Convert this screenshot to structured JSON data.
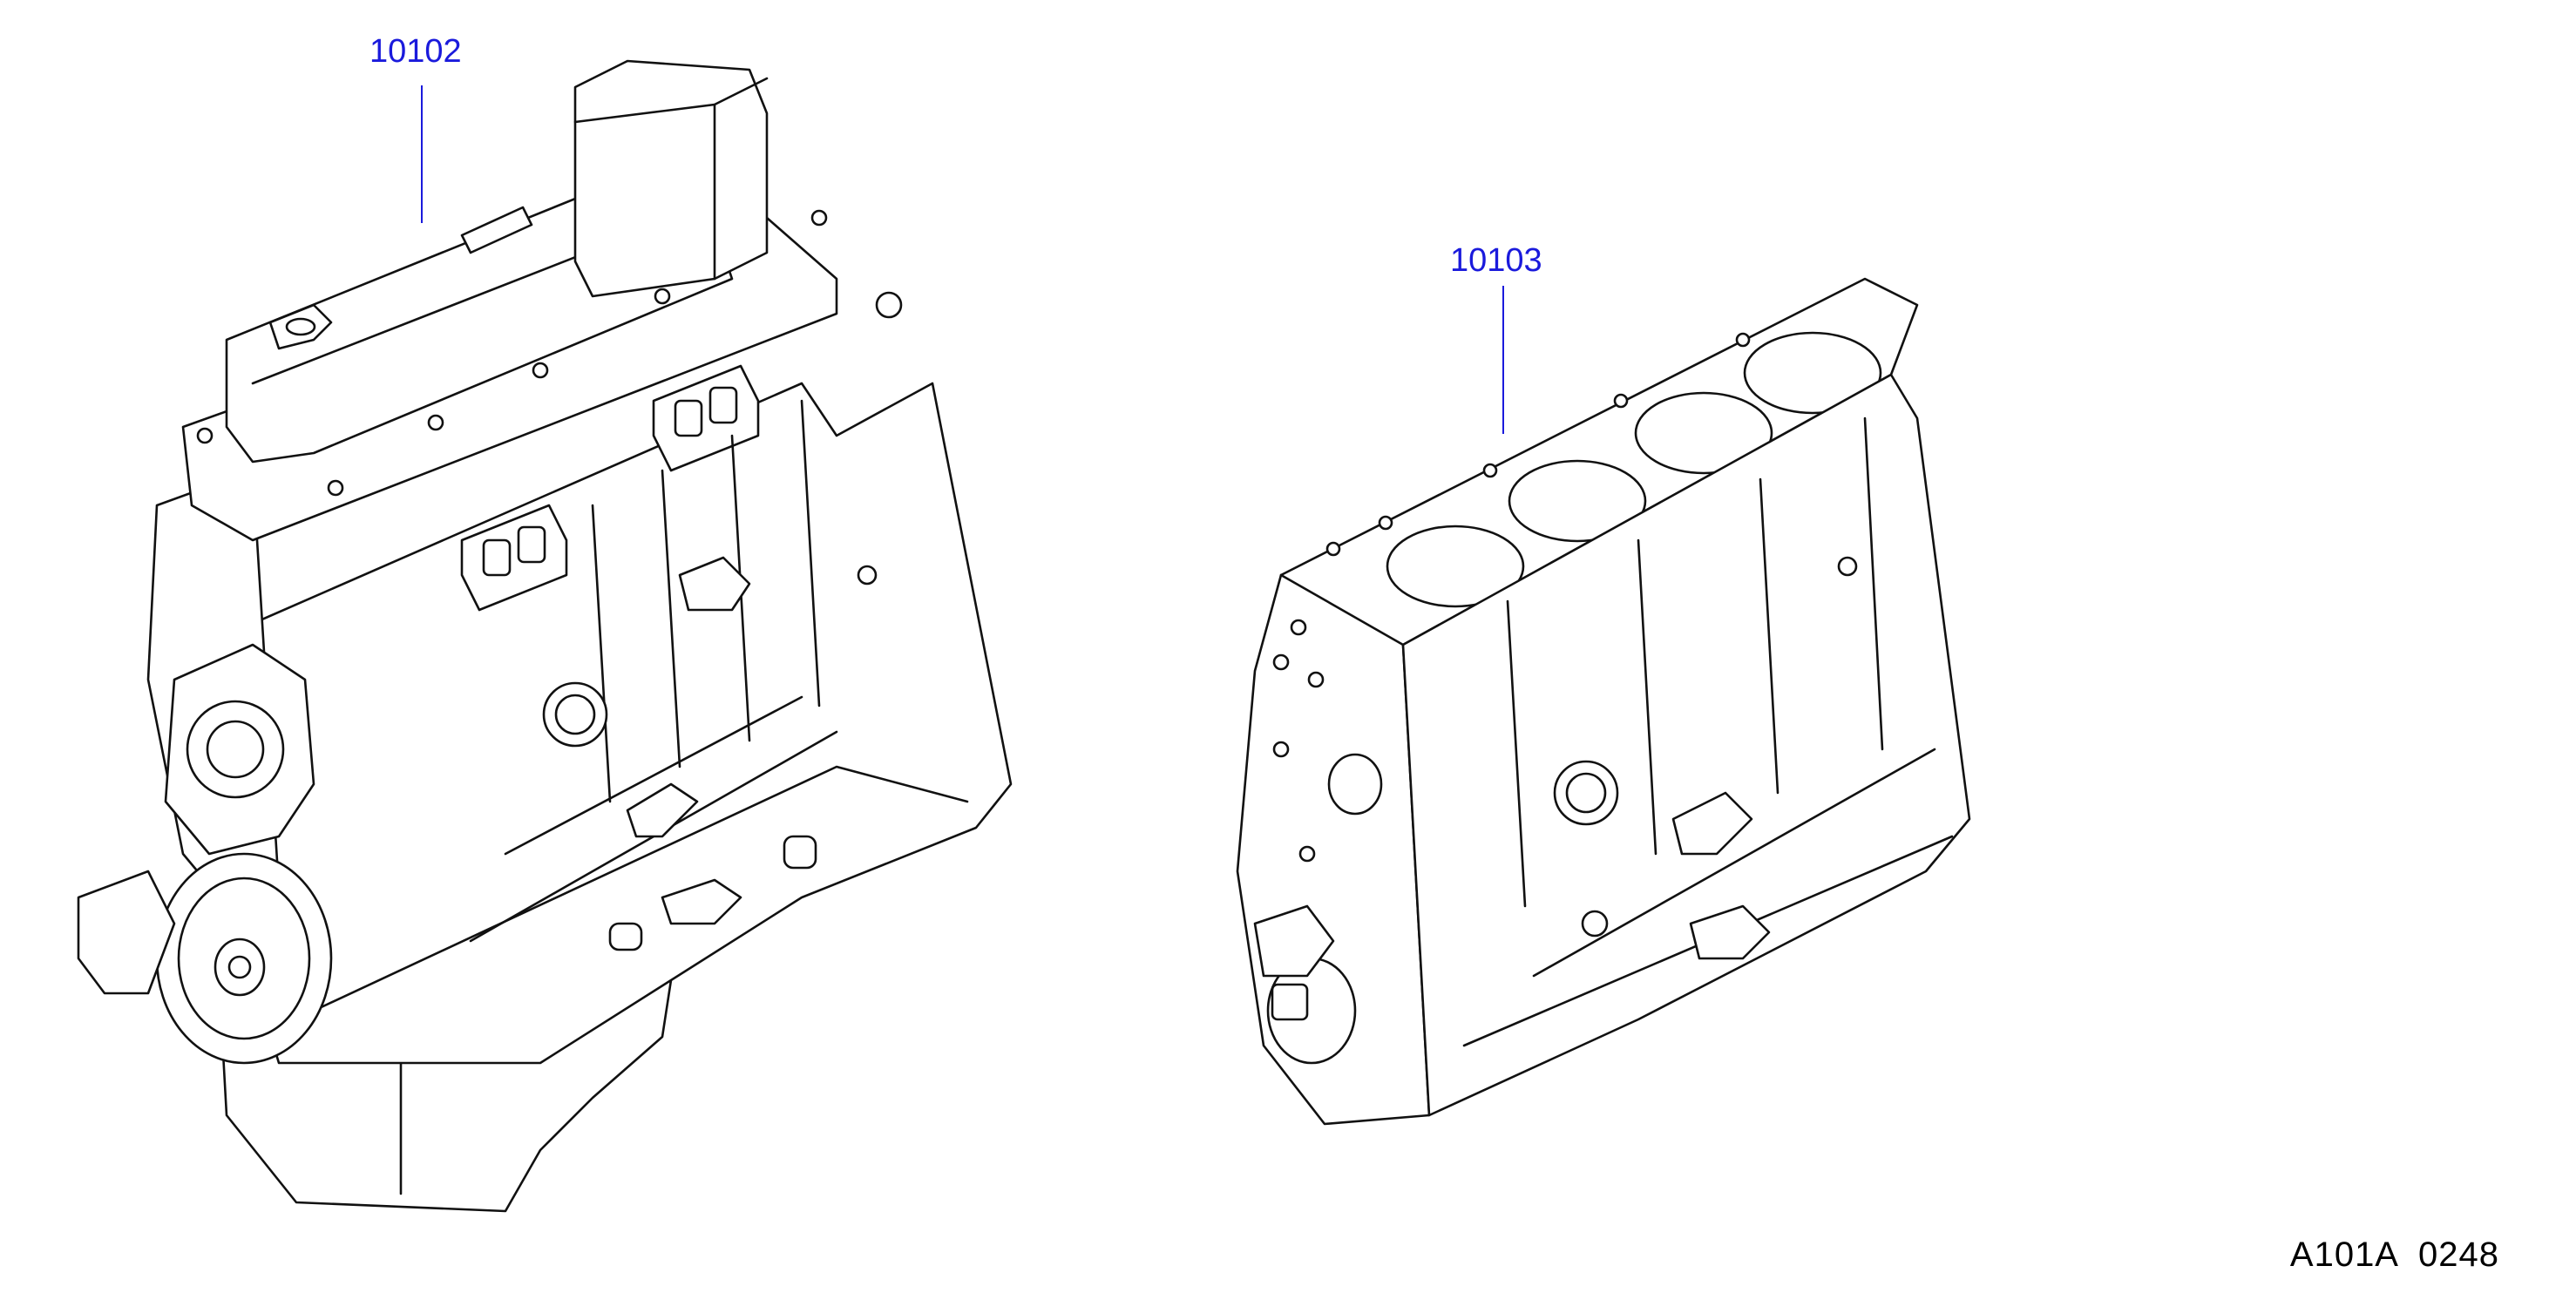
{
  "labels": {
    "engine_assembly": "10102",
    "short_block": "10103"
  },
  "diagram_code": "A101A  0248",
  "colors": {
    "callout": "#1a1adc",
    "line": "#111111",
    "background": "#ffffff"
  }
}
